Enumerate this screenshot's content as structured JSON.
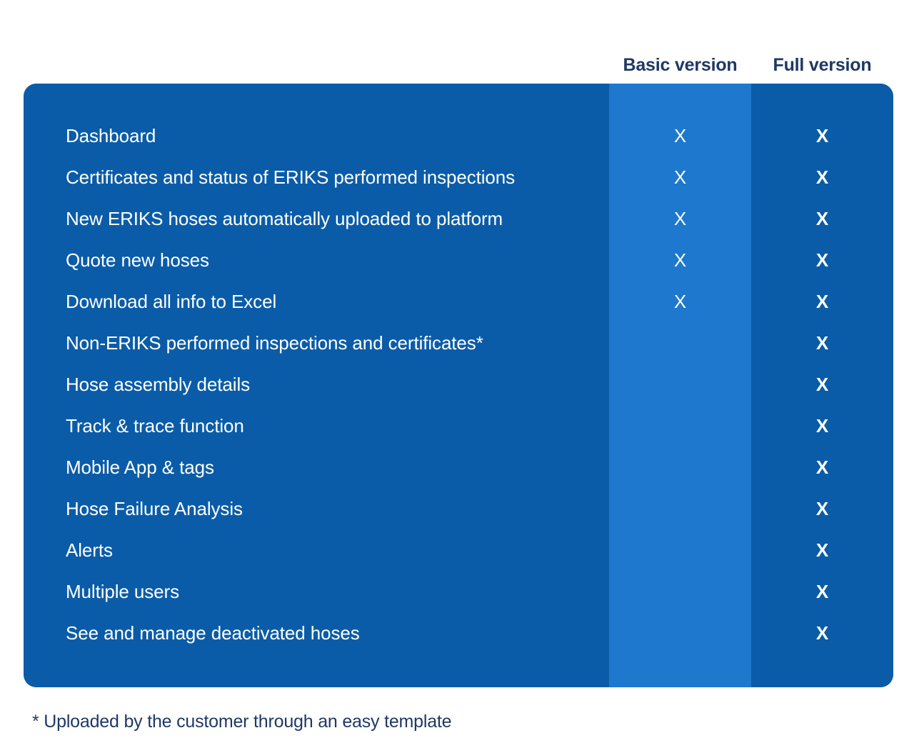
{
  "table": {
    "columns": [
      {
        "key": "feature",
        "label": ""
      },
      {
        "key": "basic",
        "label": "Basic version"
      },
      {
        "key": "full",
        "label": "Full version"
      }
    ],
    "headers": {
      "feature": "",
      "basic": "Basic version",
      "full": "Full version"
    },
    "mark": "X",
    "rows": [
      {
        "feature": "Dashboard",
        "basic": "X",
        "full": "X"
      },
      {
        "feature": "Certificates and status of ERIKS performed inspections",
        "basic": "X",
        "full": "X"
      },
      {
        "feature": "New ERIKS hoses automatically uploaded to platform",
        "basic": "X",
        "full": "X"
      },
      {
        "feature": "Quote new hoses",
        "basic": "X",
        "full": "X"
      },
      {
        "feature": "Download all info to Excel",
        "basic": "X",
        "full": "X"
      },
      {
        "feature": "Non-ERIKS performed inspections and certificates*",
        "basic": "",
        "full": "X"
      },
      {
        "feature": "Hose assembly details",
        "basic": "",
        "full": "X"
      },
      {
        "feature": "Track & trace function",
        "basic": "",
        "full": "X"
      },
      {
        "feature": "Mobile App & tags",
        "basic": "",
        "full": "X"
      },
      {
        "feature": "Hose Failure Analysis",
        "basic": "",
        "full": "X"
      },
      {
        "feature": "Alerts",
        "basic": "",
        "full": "X"
      },
      {
        "feature": "Multiple users",
        "basic": "",
        "full": "X"
      },
      {
        "feature": "See and manage deactivated hoses",
        "basic": "",
        "full": "X"
      }
    ]
  },
  "footnote": "* Uploaded by the customer through an easy template",
  "colors": {
    "page_background": "#ffffff",
    "feature_column": "#0a5ca8",
    "basic_column": "#1e78ce",
    "full_column": "#0a5ca8",
    "header_text": "#1f3864",
    "row_text": "#ffffff",
    "footnote_text": "#1f3864"
  }
}
